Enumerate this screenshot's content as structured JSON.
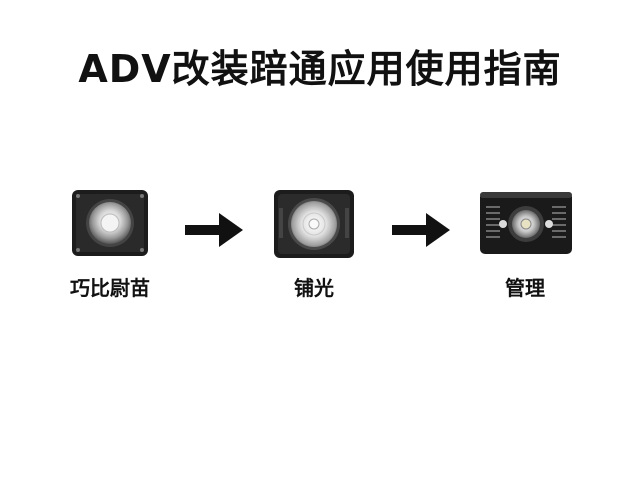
{
  "title": "ADV改装踣通应用使用指南",
  "steps": [
    {
      "label": "巧比尉苗",
      "icon": "spotlight-round-lens-icon"
    },
    {
      "label": "铺光",
      "icon": "spotlight-reflector-icon"
    },
    {
      "label": "管理",
      "icon": "light-bar-projector-icon"
    }
  ],
  "arrows": [
    "arrow-right-icon",
    "arrow-right-icon"
  ]
}
